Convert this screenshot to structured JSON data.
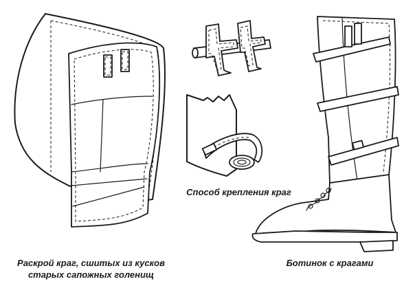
{
  "captions": {
    "left": [
      "Раскрой краг, сшитых из кусков",
      "старых сапожных голенищ"
    ],
    "middle": "Способ крепления краг",
    "right": "Ботинок с крагами"
  },
  "colors": {
    "ink": "#1a1a1a",
    "paper": "#ffffff"
  }
}
